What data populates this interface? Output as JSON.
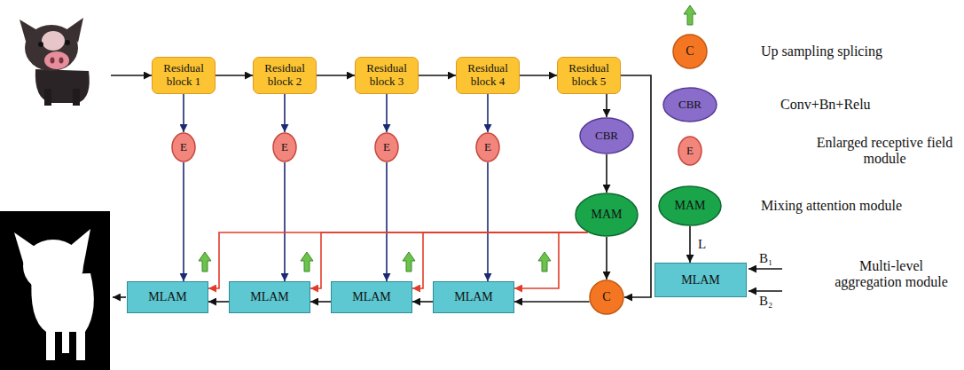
{
  "diagram": {
    "nodes": [
      {
        "text": [
          "Residual block 1"
        ]
      },
      {
        "text": [
          "Residual block 2"
        ]
      },
      {
        "text": [
          "Residual block 3"
        ]
      },
      {
        "text": [
          "Residual block 4"
        ]
      },
      {
        "text": [
          "Residual block 5"
        ]
      },
      {
        "text": [
          "E"
        ]
      },
      {
        "text": [
          "E"
        ]
      },
      {
        "text": [
          "E"
        ]
      },
      {
        "text": [
          "E"
        ]
      },
      {
        "text": [
          "CBR"
        ]
      },
      {
        "text": [
          "MAM"
        ]
      },
      {
        "text": [
          "C"
        ]
      },
      {
        "text": [
          "MLAM"
        ]
      },
      {
        "text": [
          "MLAM"
        ]
      },
      {
        "text": [
          "MLAM"
        ]
      },
      {
        "text": [
          "MLAM"
        ]
      },
      {
        "text": [
          "C"
        ]
      },
      {
        "text": [
          "CBR"
        ]
      },
      {
        "text": [
          "E"
        ]
      },
      {
        "text": [
          "MAM"
        ]
      },
      {
        "text": [
          "MLAM"
        ]
      }
    ],
    "edges": [
      {
        "from": 0,
        "to": 1,
        "arrow": "to"
      },
      {
        "from": 1,
        "to": 2,
        "arrow": "to"
      },
      {
        "from": 2,
        "to": 3,
        "arrow": "to"
      },
      {
        "from": 3,
        "to": 4,
        "arrow": "to"
      },
      {
        "from": 0,
        "to": 5,
        "arrow": "to"
      },
      {
        "from": 1,
        "to": 6,
        "arrow": "to"
      },
      {
        "from": 2,
        "to": 7,
        "arrow": "to"
      },
      {
        "from": 3,
        "to": 8,
        "arrow": "to"
      },
      {
        "from": 4,
        "to": 9,
        "arrow": "to"
      },
      {
        "from": 9,
        "to": 10,
        "arrow": "to"
      },
      {
        "from": 10,
        "to": 11,
        "arrow": "to"
      },
      {
        "from": 4,
        "to": 11,
        "arrow": "to"
      },
      {
        "from": 5,
        "to": 12,
        "arrow": "to"
      },
      {
        "from": 6,
        "to": 13,
        "arrow": "to"
      },
      {
        "from": 7,
        "to": 14,
        "arrow": "to"
      },
      {
        "from": 8,
        "to": 15,
        "arrow": "to"
      },
      {
        "from": 11,
        "to": 15,
        "arrow": "to"
      },
      {
        "from": 15,
        "to": 14,
        "arrow": "to"
      },
      {
        "from": 14,
        "to": 13,
        "arrow": "to"
      },
      {
        "from": 13,
        "to": 12,
        "arrow": "to"
      },
      {
        "from": 10,
        "to": 12,
        "arrow": "to"
      },
      {
        "from": 10,
        "to": 13,
        "arrow": "to"
      },
      {
        "from": 10,
        "to": 14,
        "arrow": "to"
      },
      {
        "from": 10,
        "to": 15,
        "arrow": "to"
      },
      {
        "from": 19,
        "to": 20,
        "label": "L",
        "arrow": "to"
      }
    ],
    "labels": [
      "B₁",
      "B₂"
    ],
    "legend": [
      {
        "text": "Up sampling splicing"
      },
      {
        "text": "Conv+Bn+Relu"
      },
      {
        "text": "Enlarged receptive field module"
      },
      {
        "text": "Mixing attention module"
      },
      {
        "text": "Multi-level aggregation module"
      }
    ]
  }
}
